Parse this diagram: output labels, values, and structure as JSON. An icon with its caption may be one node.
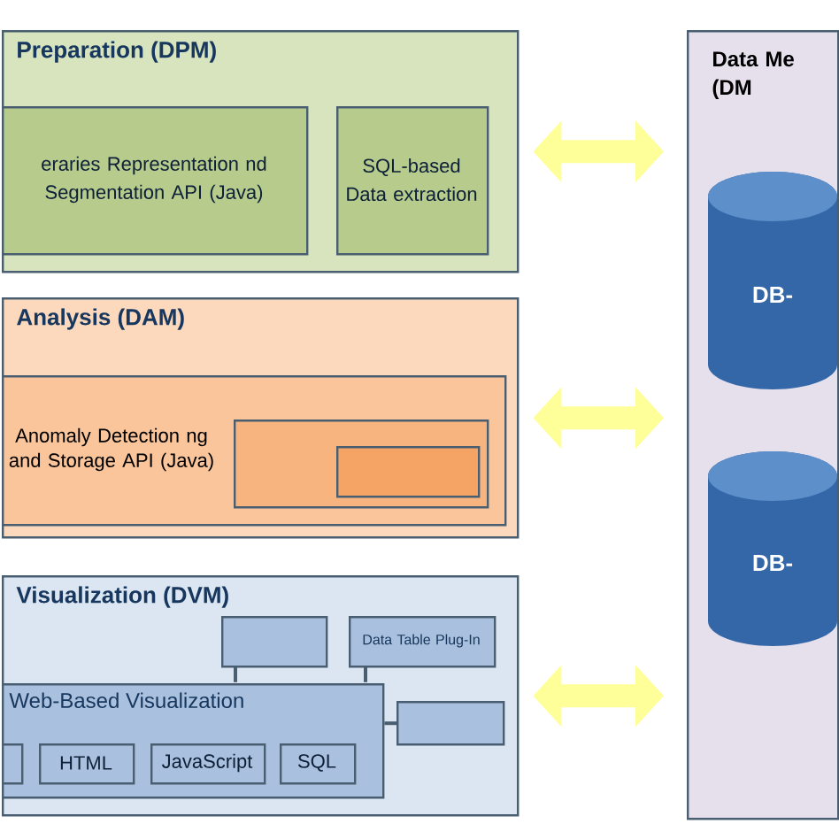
{
  "diagram": {
    "nodes": [
      {
        "text": [
          "Preparation (DPM)"
        ]
      },
      {
        "text": [
          "eraries Representation nd Segmentation API (Java)"
        ],
        "in": 0
      },
      {
        "text": [
          "SQL-based Data extraction"
        ],
        "in": 0
      },
      {
        "text": [
          "Analysis (DAM)"
        ]
      },
      {
        "text": [
          "Anomaly Detection ng and Storage API (Java)"
        ],
        "in": 3
      },
      {
        "text": [],
        "shape": "box",
        "in": 4
      },
      {
        "text": [],
        "shape": "box",
        "in": 5
      },
      {
        "text": [
          "Visualization (DVM)"
        ]
      },
      {
        "text": [],
        "shape": "box",
        "in": 7
      },
      {
        "text": [
          "Data Table Plug-In"
        ],
        "in": 7
      },
      {
        "text": [
          "Web-Based Visualization"
        ],
        "in": 7
      },
      {
        "text": [],
        "shape": "box",
        "in": 7
      },
      {
        "text": [],
        "shape": "box",
        "in": 10
      },
      {
        "text": [
          "HTML"
        ],
        "in": 10
      },
      {
        "text": [
          "JavaScript"
        ],
        "in": 10
      },
      {
        "text": [
          "SQL"
        ],
        "in": 10
      },
      {
        "text": [
          "Data Me (DM"
        ]
      },
      {
        "text": [
          "DB-"
        ],
        "in": 16
      },
      {
        "text": [
          "DB-"
        ],
        "in": 16
      }
    ],
    "edges": [
      {
        "from": 0,
        "to": 16,
        "arrow": "both",
        "style": "thick",
        "color": "#ffff99"
      },
      {
        "from": 3,
        "to": 16,
        "arrow": "both",
        "style": "thick",
        "color": "#ffff99"
      },
      {
        "from": 7,
        "to": 16,
        "arrow": "both",
        "style": "thick",
        "color": "#ffff99"
      },
      {
        "from": 8,
        "to": 10,
        "arrow": "none",
        "color": "#4a5e72"
      },
      {
        "from": 9,
        "to": 10,
        "arrow": "none",
        "color": "#4a5e72"
      },
      {
        "from": 11,
        "to": 10,
        "arrow": "none",
        "color": "#4a5e72"
      }
    ]
  }
}
